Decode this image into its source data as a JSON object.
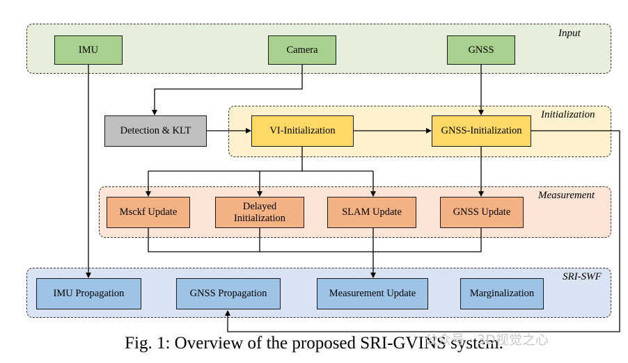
{
  "groups": {
    "input": "Input",
    "initialization": "Initialization",
    "measurement": "Measurement",
    "sri_swf": "SRI-SWF"
  },
  "nodes": {
    "imu": "IMU",
    "camera": "Camera",
    "gnss": "GNSS",
    "detection_klt": "Detection & KLT",
    "vi_init": "VI-Initialization",
    "gnss_init": "GNSS-Initialization",
    "msckf_update": "Msckf Update",
    "delayed_init": "Delayed Initialization",
    "slam_update": "SLAM Update",
    "gnss_update": "GNSS Update",
    "imu_propagation": "IMU Propagation",
    "gnss_propagation": "GNSS Propagation",
    "measurement_update": "Measurement Update",
    "marginalization": "Marginalization"
  },
  "caption": "Fig. 1: Overview of the proposed SRI-GVINS system.",
  "watermark": "公众号 · 3D视觉之心",
  "colors": {
    "input": "#a9d08e",
    "detection": "#bfbfbf",
    "initialization": "#ffd966",
    "measurement": "#f4b183",
    "sri_swf": "#9dc3e6"
  }
}
